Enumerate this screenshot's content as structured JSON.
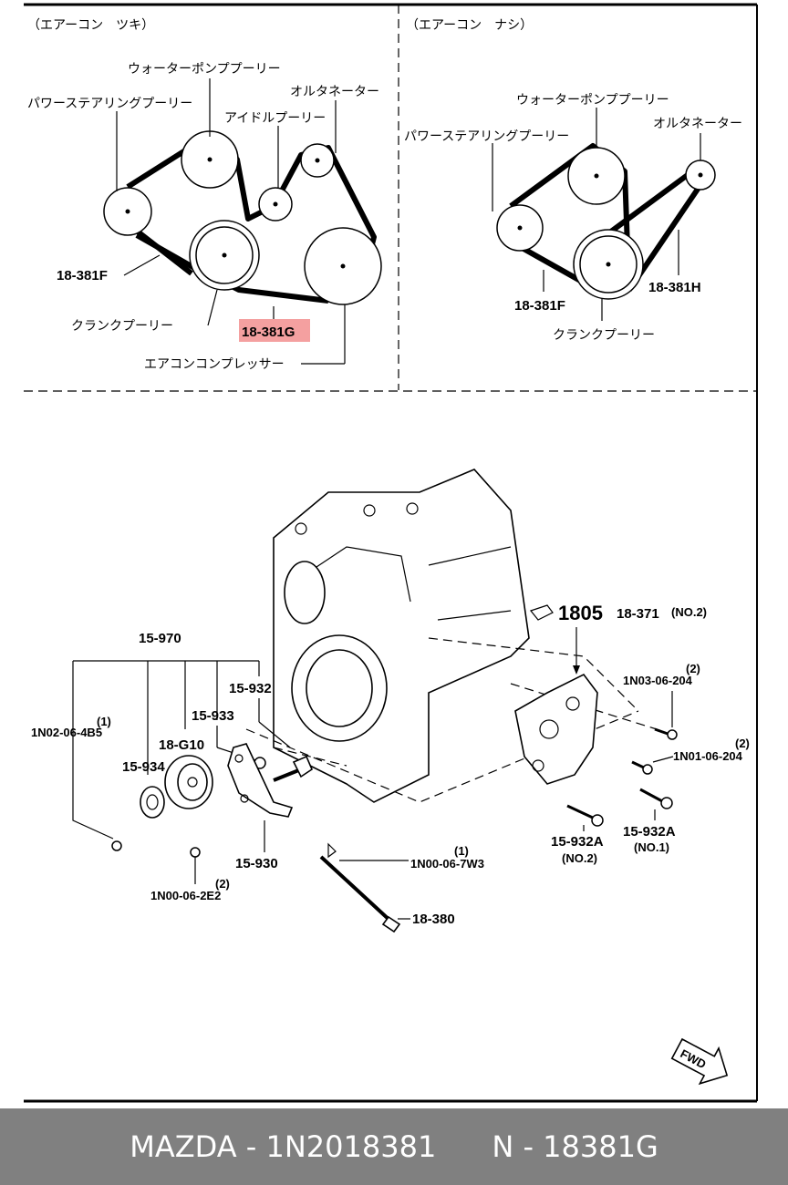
{
  "left_panel": {
    "heading": "（エアーコン　ツキ）",
    "labels": {
      "water_pump": "ウォーターポンププーリー",
      "alternator": "オルタネーター",
      "power_steering": "パワーステアリングプーリー",
      "idler": "アイドルプーリー",
      "crank": "クランクプーリー",
      "ac_compressor": "エアコンコンプレッサー"
    },
    "part_numbers": {
      "belt_f": "18-381F",
      "belt_g": "18-381G"
    }
  },
  "right_panel": {
    "heading": "（エアーコン　ナシ）",
    "labels": {
      "water_pump": "ウォーターポンププーリー",
      "alternator": "オルタネーター",
      "power_steering": "パワーステアリングプーリー",
      "crank": "クランクプーリー"
    },
    "part_numbers": {
      "belt_f": "18-381F",
      "belt_h": "18-381H"
    }
  },
  "lower_diagram": {
    "group_label": "15-970",
    "parts": {
      "p15932": "15-932",
      "p15933": "15-933",
      "p18g10": "18-G10",
      "p15934": "15-934",
      "p15930": "15-930",
      "p18380": "18-380",
      "p1805": "1805",
      "p18371": "18-371",
      "p18371_note": "(NO.2)",
      "p15932a_no2": "15-932A",
      "p15932a_no2_note": "(NO.2)",
      "p15932a_no1": "15-932A",
      "p15932a_no1_note": "(NO.1)"
    },
    "bolts": {
      "b_4b5": {
        "qty": "(1)",
        "code": "1N02-06-4B5"
      },
      "b_2e2": {
        "qty": "(2)",
        "code": "1N00-06-2E2"
      },
      "b_7w3": {
        "qty": "(1)",
        "code": "1N00-06-7W3"
      },
      "b_204a": {
        "qty": "(2)",
        "code": "1N03-06-204"
      },
      "b_204b": {
        "qty": "(2)",
        "code": "1N01-06-204"
      }
    },
    "fwd": "FWD"
  },
  "highlight_color": "#f4a0a0",
  "footer": {
    "brand": "MAZDA",
    "part_number": "1N2018381",
    "code": "N - 18381G",
    "separator": " - "
  },
  "footer_color": "#808080"
}
